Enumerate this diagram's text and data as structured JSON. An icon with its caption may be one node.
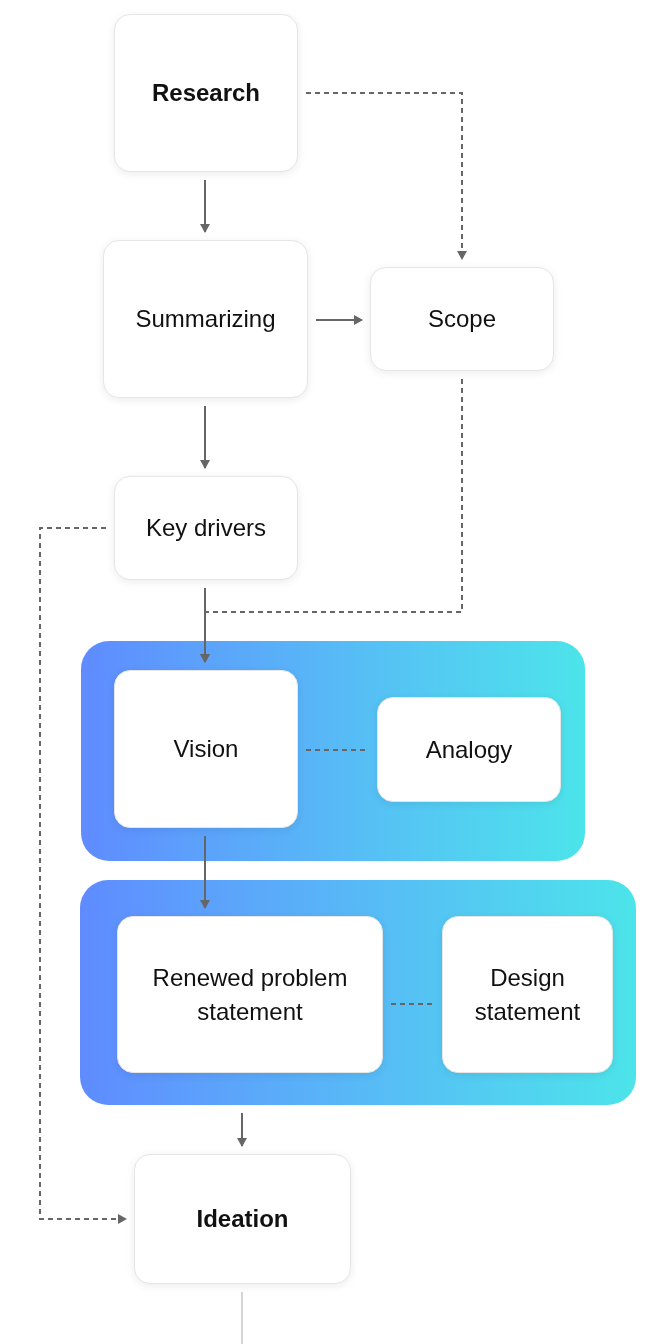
{
  "diagram": {
    "nodes": [
      {
        "text": [
          "Research"
        ]
      },
      {
        "text": [
          "Summarizing"
        ]
      },
      {
        "text": [
          "Scope"
        ]
      },
      {
        "text": [
          "Key drivers"
        ]
      },
      {
        "text": [],
        "shape": "box"
      },
      {
        "text": [
          "Vision"
        ],
        "in": 4
      },
      {
        "text": [
          "Analogy"
        ],
        "in": 4
      },
      {
        "text": [],
        "shape": "box"
      },
      {
        "text": [
          "Renewed problem statement"
        ],
        "in": 7
      },
      {
        "text": [
          "Design statement"
        ],
        "in": 7
      },
      {
        "text": [
          "Ideation"
        ]
      }
    ],
    "edges": [
      {
        "from": 0,
        "to": 1,
        "arrow": "to"
      },
      {
        "from": 0,
        "to": 2,
        "arrow": "to",
        "style": "dashed"
      },
      {
        "from": 1,
        "to": 2,
        "arrow": "to"
      },
      {
        "from": 1,
        "to": 3,
        "arrow": "to"
      },
      {
        "from": 2,
        "to": 5,
        "arrow": "to",
        "style": "dashed"
      },
      {
        "from": 3,
        "to": 5,
        "arrow": "to"
      },
      {
        "from": 5,
        "to": 6,
        "arrow": "none",
        "style": "dashed"
      },
      {
        "from": 5,
        "to": 8,
        "arrow": "to"
      },
      {
        "from": 8,
        "to": 9,
        "arrow": "none",
        "style": "dashed"
      },
      {
        "from": 7,
        "to": 10,
        "arrow": "to"
      },
      {
        "from": 3,
        "to": 10,
        "arrow": "to",
        "style": "dashed"
      },
      {
        "from": 10,
        "to": null,
        "arrow": "none",
        "color": "#d4d4d4"
      }
    ]
  }
}
